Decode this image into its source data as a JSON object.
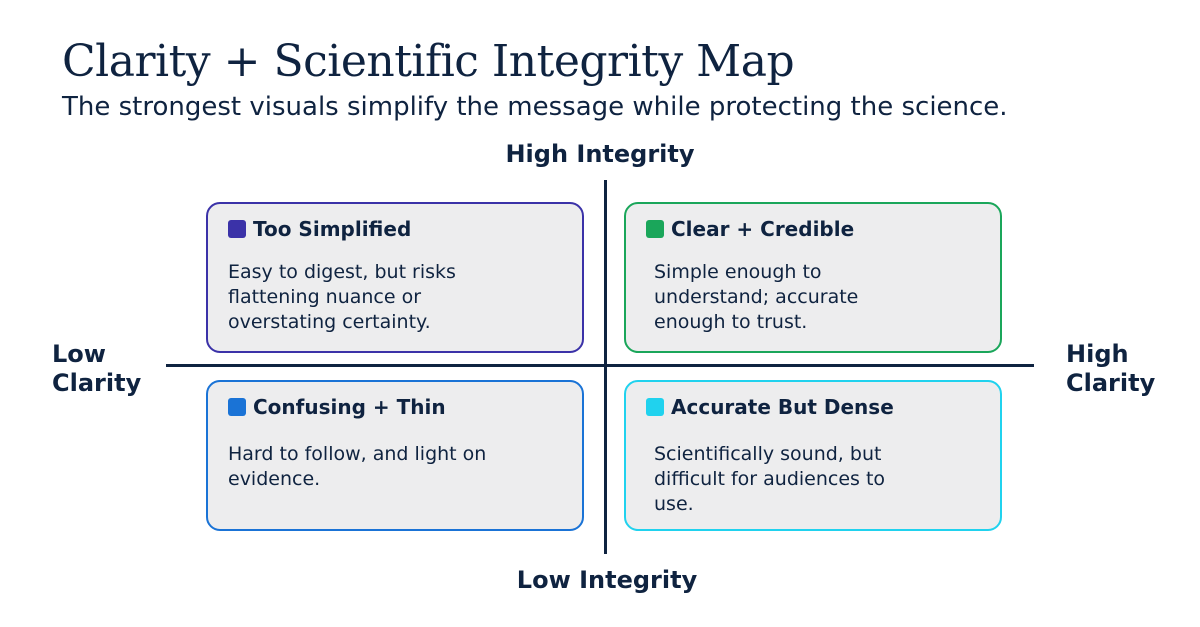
{
  "title": "Clarity + Scientific Integrity Map",
  "subtitle": "The strongest visuals simplify the message while protecting the science.",
  "axes": {
    "top": "High Integrity",
    "bottom": "Low Integrity",
    "left_line1": "Low",
    "left_line2": "Clarity",
    "right_line1": "High",
    "right_line2": "Clarity"
  },
  "quadrants": {
    "top_left": {
      "title": "Too Simplified",
      "color": "#3b32a8",
      "lines": [
        "Easy to digest, but risks",
        "flattening nuance or",
        "overstating certainty."
      ]
    },
    "top_right": {
      "title": "Clear + Credible",
      "color": "#1aa65a",
      "lines": [
        "Simple enough to",
        "understand; accurate",
        "enough to trust."
      ]
    },
    "bottom_left": {
      "title": "Confusing + Thin",
      "color": "#1a73d6",
      "lines": [
        "Hard to follow, and light on",
        "evidence."
      ]
    },
    "bottom_right": {
      "title": "Accurate But Dense",
      "color": "#20d2ee",
      "lines": [
        "Scientifically sound, but",
        "difficult for audiences to",
        "use."
      ]
    }
  }
}
